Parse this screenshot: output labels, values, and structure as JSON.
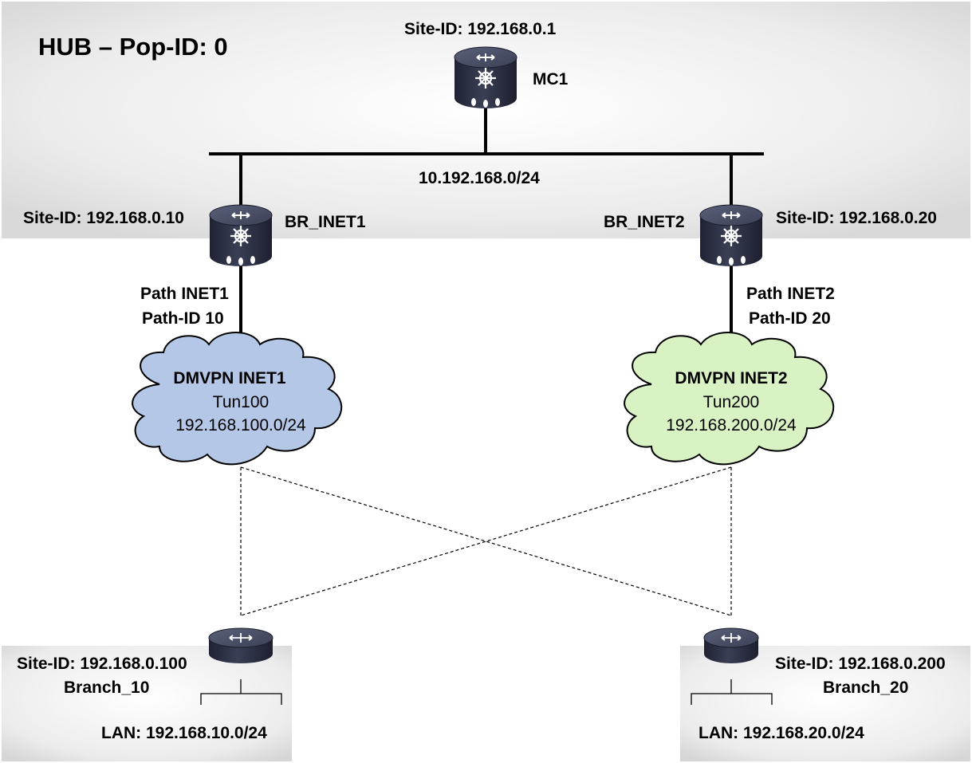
{
  "hub": {
    "title": "HUB – Pop-ID: 0",
    "lan": "10.192.168.0/24"
  },
  "nodes": {
    "mc1": {
      "name": "MC1",
      "site_id": "Site-ID: 192.168.0.1",
      "icon": "master-controller-router-icon"
    },
    "br_inet1": {
      "name": "BR_INET1",
      "site_id": "Site-ID: 192.168.0.10",
      "path": "Path INET1",
      "path_id": "Path-ID 10",
      "icon": "border-router-icon"
    },
    "br_inet2": {
      "name": "BR_INET2",
      "site_id": "Site-ID: 192.168.0.20",
      "path": "Path INET2",
      "path_id": "Path-ID 20",
      "icon": "border-router-icon"
    },
    "branch_10": {
      "name": "Branch_10",
      "site_id": "Site-ID: 192.168.0.100",
      "lan": "LAN: 192.168.10.0/24",
      "icon": "branch-router-icon"
    },
    "branch_20": {
      "name": "Branch_20",
      "site_id": "Site-ID: 192.168.0.200",
      "lan": "LAN: 192.168.20.0/24",
      "icon": "branch-router-icon"
    }
  },
  "clouds": {
    "inet1": {
      "title": "DMVPN INET1",
      "tunnel": "Tun100",
      "subnet": "192.168.100.0/24",
      "color": "#b4c7e7"
    },
    "inet2": {
      "title": "DMVPN INET2",
      "tunnel": "Tun200",
      "subnet": "192.168.200.0/24",
      "color": "#d9f2c4"
    }
  },
  "colors": {
    "router_body": "#2e3345",
    "router_top": "#4a5068",
    "zone": "#dcdcdc"
  }
}
